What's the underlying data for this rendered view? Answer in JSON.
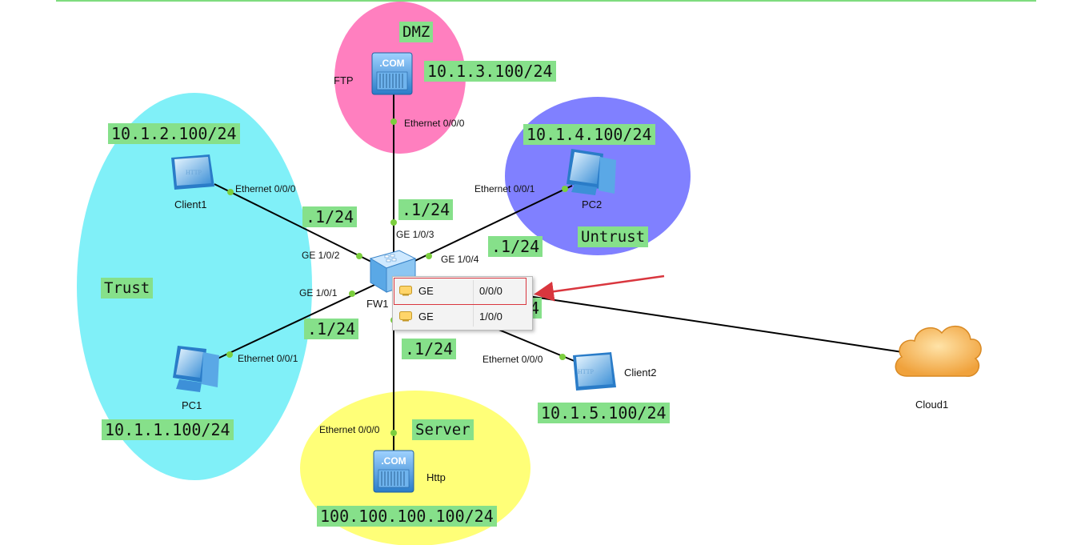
{
  "zones": {
    "dmz": "DMZ",
    "trust": "Trust",
    "untrust": "Untrust",
    "server": "Server"
  },
  "devices": {
    "ftp": "FTP",
    "client1": "Client1",
    "pc2": "PC2",
    "fw1": "FW1",
    "pc1": "PC1",
    "http": "Http",
    "client2": "Client2",
    "cloud1": "Cloud1"
  },
  "ip_labels": {
    "ftp_ip": "10.1.3.100/24",
    "client1_ip": "10.1.2.100/24",
    "pc2_ip": "10.1.4.100/24",
    "pc1_ip": "10.1.1.100/24",
    "client2_ip": "10.1.5.100/24",
    "http_ip": "100.100.100.100/24",
    "gw_trust_upper": ".1/24",
    "gw_dmz": ".1/24",
    "gw_untrust": ".1/24",
    "gw_trust_lower": ".1/24",
    "gw_server": ".1/24",
    "gw_partial": "4"
  },
  "ports": {
    "ftp_eth": "Ethernet 0/0/0",
    "client1_eth": "Ethernet 0/0/0",
    "pc2_eth": "Ethernet 0/0/1",
    "fw_ge103": "GE 1/0/3",
    "fw_ge102": "GE 1/0/2",
    "fw_ge104": "GE 1/0/4",
    "fw_ge101": "GE 1/0/1",
    "pc1_eth": "Ethernet 0/0/1",
    "client2_eth": "Ethernet 0/0/0",
    "http_eth": "Ethernet 0/0/0"
  },
  "popup_menu": {
    "items": [
      {
        "type": "GE",
        "port": "0/0/0"
      },
      {
        "type": "GE",
        "port": "1/0/0"
      }
    ]
  },
  "icon_text": {
    "server_com": ".COM",
    "client_http": "HTTP"
  },
  "colors": {
    "dmz_zone": "#ff7fbf",
    "trust_zone": "#80f0f8",
    "untrust_zone": "#8080ff",
    "server_zone": "#ffff78",
    "label_bg": "#86e08a",
    "link_dot": "#7ccf3e",
    "arrow": "#d9363e"
  }
}
